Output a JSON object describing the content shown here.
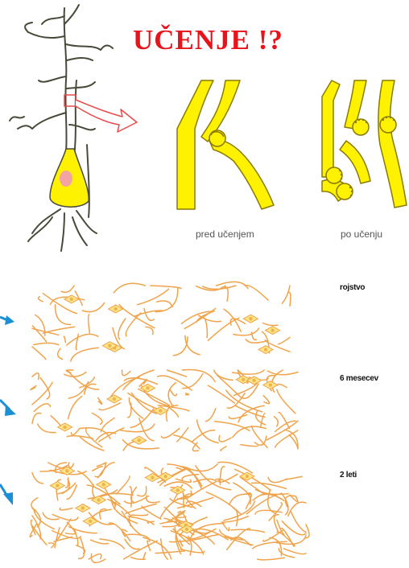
{
  "title": "UČENJE !?",
  "synapse_captions": {
    "before": "pred učenjem",
    "after": "po učenju"
  },
  "network_stages": [
    {
      "label": "rojstvo"
    },
    {
      "label": "6 mesecev"
    },
    {
      "label": "2 leti"
    }
  ],
  "colors": {
    "title": "#e8141b",
    "dendrite_yellow": "#fff200",
    "neuron_orange": "#f0a34a",
    "soma_fill": "#fde68a",
    "arrow_blue": "#1b8fd6",
    "zoom_box": "#e84848",
    "nucleus": "#f4a3a3"
  }
}
